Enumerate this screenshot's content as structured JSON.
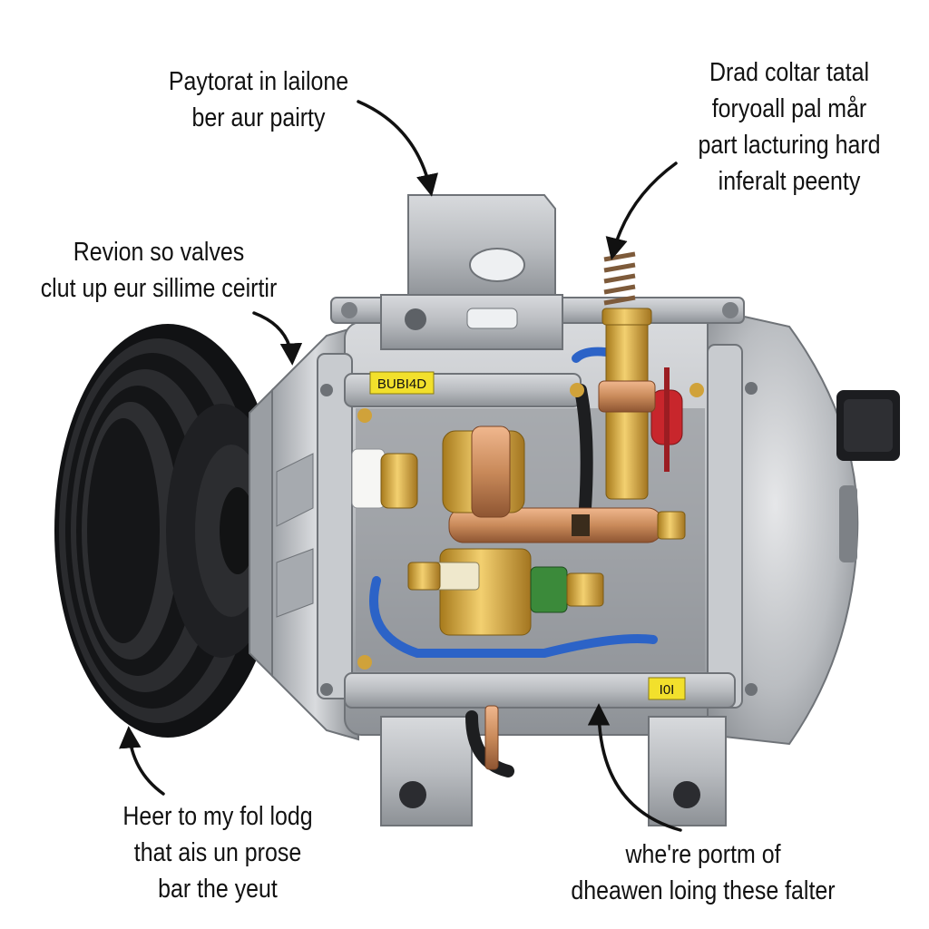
{
  "callouts": {
    "top_left": [
      "Paytorat in lailone",
      "ber aur pairty"
    ],
    "top_right": [
      "Drad coltar tatal",
      "foryoall pal mår",
      "part lacturing hard",
      "inferalt peenty"
    ],
    "mid_left": [
      "Revion so valves",
      "clut up eur sillime ceirtir"
    ],
    "bottom_left": [
      "Heer to my fol lodg",
      "that ais un prose",
      "bar the yeut"
    ],
    "bottom_right": [
      "whe're portm of",
      "dheawen loing these falter"
    ]
  },
  "part_labels": {
    "upper_rail": "BUBI4D",
    "lower_rail": "I0I"
  },
  "colors": {
    "aluminum": "#b9bcc0",
    "aluminum_dark": "#8d9196",
    "pulley": "#1b1c1e",
    "brass": "#d4a93a",
    "copper": "#c98a5a",
    "blue_line": "#2c63c7",
    "red_line": "#c8262c",
    "label_yellow": "#f2e02c"
  },
  "icons": [
    "pulley-icon",
    "compressor-body-icon",
    "valve-assembly-icon",
    "mounting-bracket-icon"
  ]
}
